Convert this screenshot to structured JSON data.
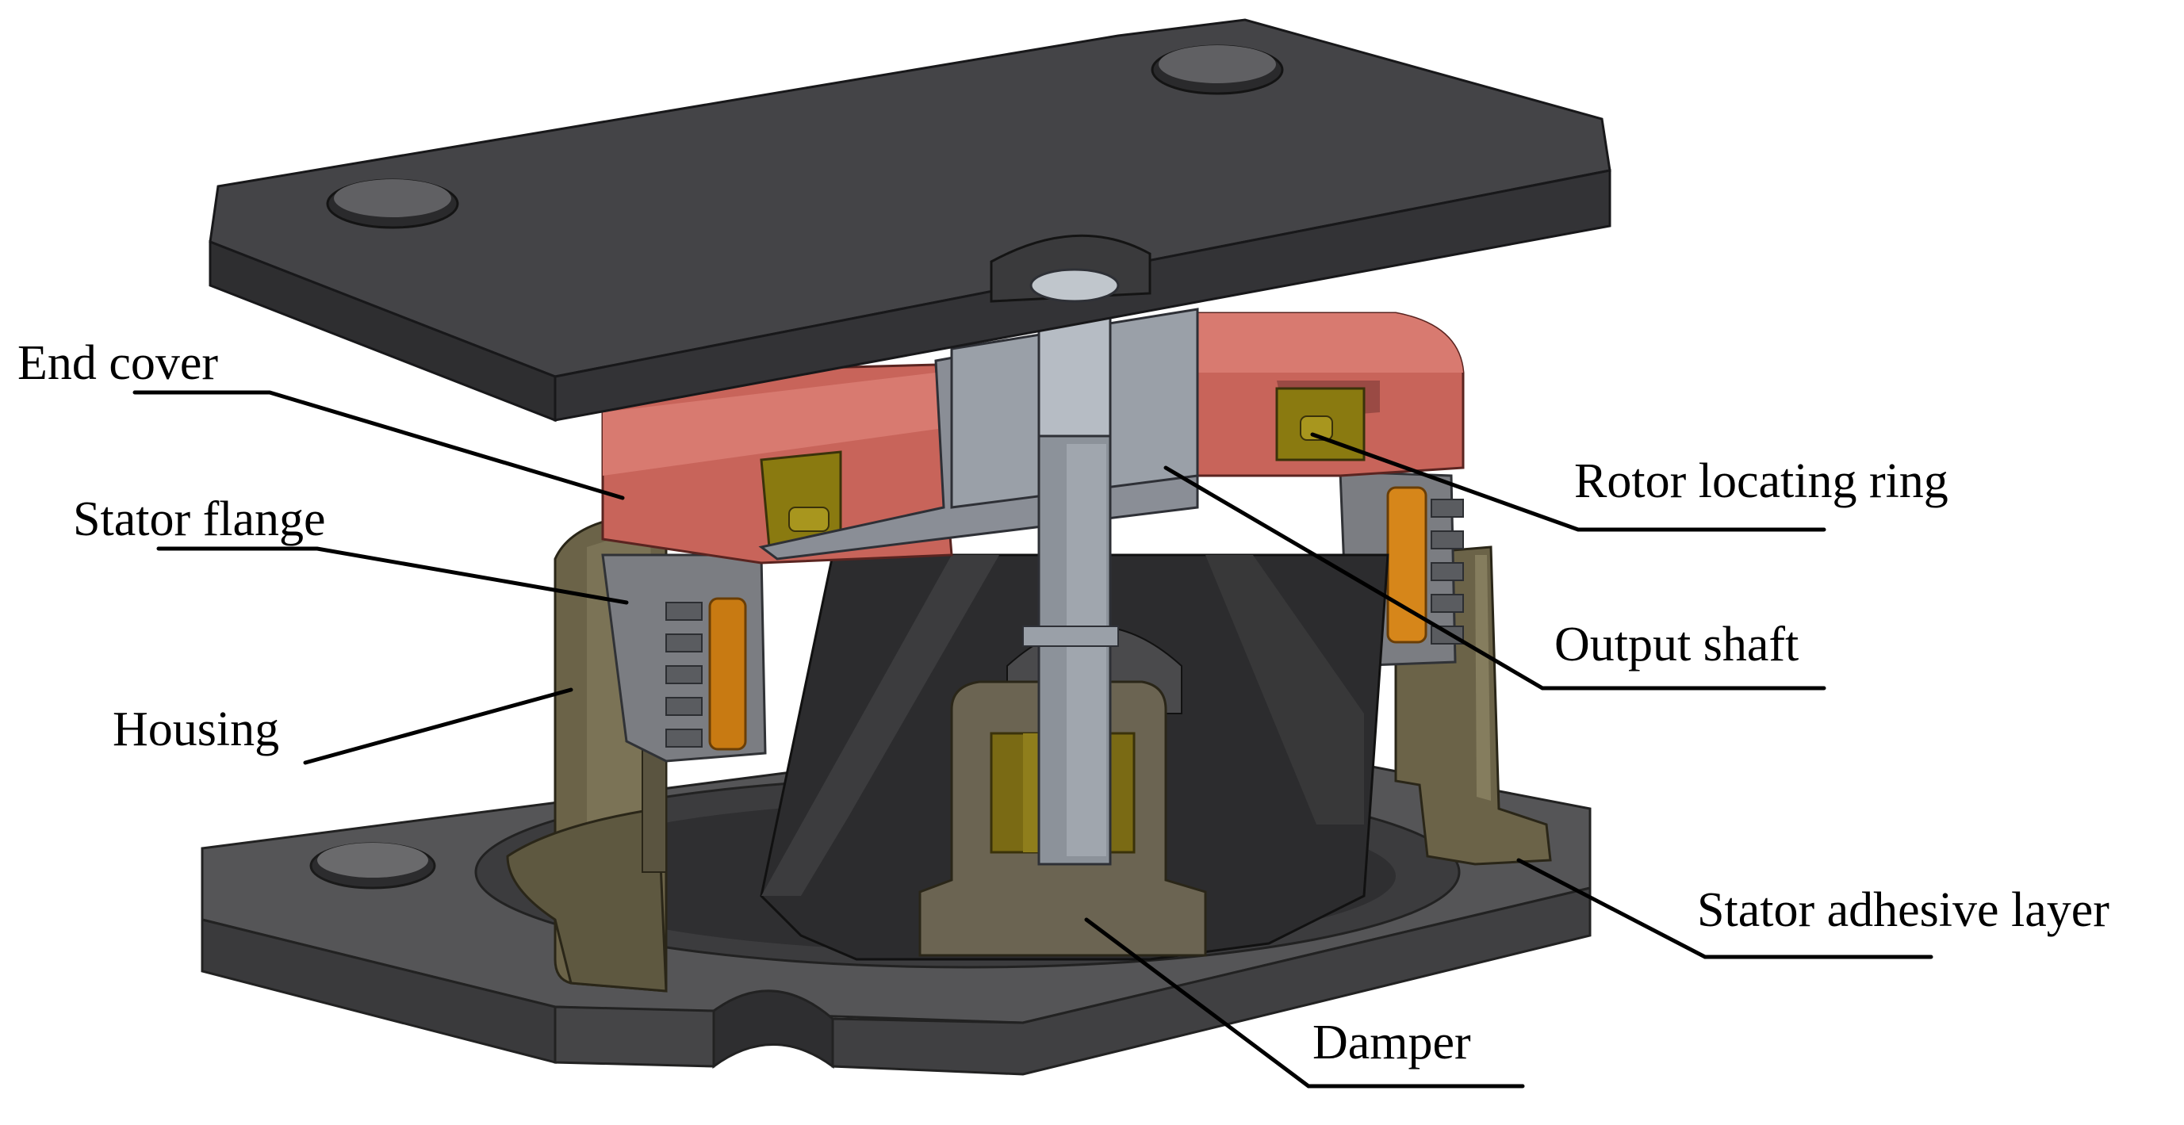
{
  "labels": {
    "end_cover": "End cover",
    "stator_flange": "Stator flange",
    "housing": "Housing",
    "rotor_locating_ring": "Rotor locating ring",
    "output_shaft": "Output shaft",
    "stator_adhesive_layer": "Stator adhesive layer",
    "damper": "Damper"
  },
  "colors": {
    "top_plate": "#3b3b3d",
    "base_plate": "#4a4a4c",
    "end_cover": "#c8645a",
    "housing": "#6b6348",
    "stator": "#8a8c92",
    "rotor_ring": "#8a7a10",
    "coil": "#c87a12",
    "shaft": "#9aa0a8",
    "damper_inner": "#6b6452",
    "damper_magnet": "#7a6a14",
    "leader": "#000000"
  }
}
